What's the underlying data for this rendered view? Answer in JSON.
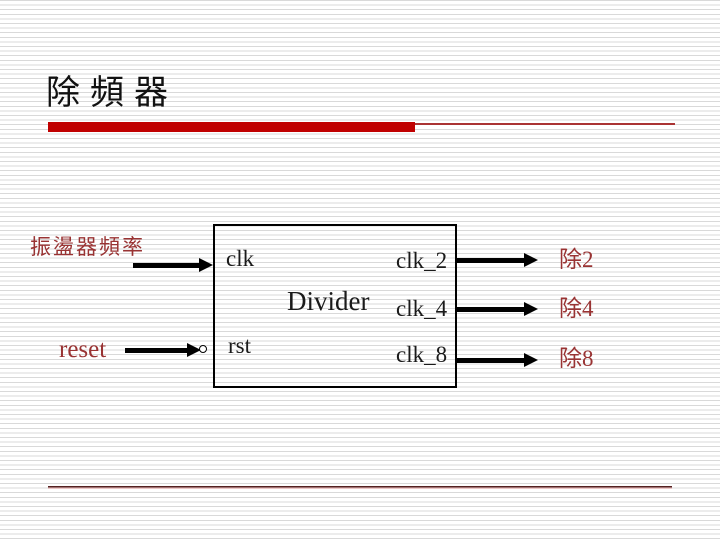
{
  "slide": {
    "title": "除頻器"
  },
  "colors": {
    "accent_bar": "#c00000",
    "thin_rule": "#aa3333",
    "accent_text": "#993333"
  },
  "diagram": {
    "block_label": "Divider",
    "inputs": [
      {
        "external_label": "振盪器頻率",
        "port_label": "clk"
      },
      {
        "external_label": "reset",
        "port_label": "rst"
      }
    ],
    "outputs": [
      {
        "port_label": "clk_2",
        "external_label": "除2"
      },
      {
        "port_label": "clk_4",
        "external_label": "除4"
      },
      {
        "port_label": "clk_8",
        "external_label": "除8"
      }
    ]
  }
}
